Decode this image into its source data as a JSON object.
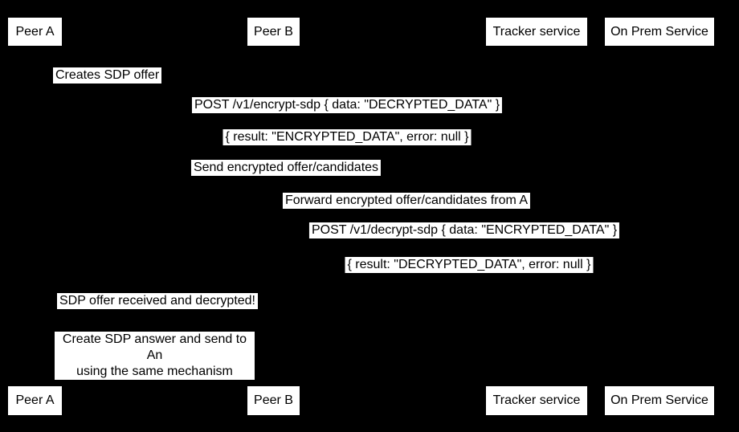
{
  "diagram_type": "sequence-diagram",
  "colors": {
    "background": "#000000",
    "label_background": "#ffffff",
    "text": "#000000"
  },
  "actors": [
    {
      "label": "Peer A"
    },
    {
      "label": "Peer B"
    },
    {
      "label": "Tracker service"
    },
    {
      "label": "On Prem Service"
    }
  ],
  "messages": [
    {
      "text": "Creates SDP offer"
    },
    {
      "text": "POST /v1/encrypt-sdp { data: \"DECRYPTED_DATA\" }"
    },
    {
      "text": "{ result: \"ENCRYPTED_DATA\", error: null }"
    },
    {
      "text": "Send encrypted offer/candidates"
    },
    {
      "text": "Forward encrypted offer/candidates from A"
    },
    {
      "text": "POST /v1/decrypt-sdp { data: \"ENCRYPTED_DATA\" }"
    },
    {
      "text": "{ result: \"DECRYPTED_DATA\", error: null }"
    },
    {
      "text": "SDP offer received and decrypted!"
    }
  ],
  "note": {
    "lines": [
      "Create SDP answer and send to An",
      "using the same mechanism"
    ]
  }
}
